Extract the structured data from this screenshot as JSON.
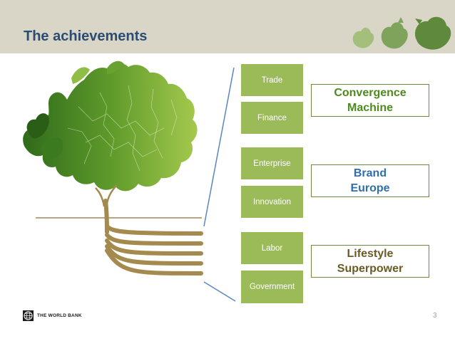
{
  "slide": {
    "title": "The achievements",
    "page_number": "3"
  },
  "pillars": [
    "Trade",
    "Finance",
    "Enterprise",
    "Innovation",
    "Labor",
    "Government"
  ],
  "goals": [
    {
      "line1": "Convergence",
      "line2": "Machine"
    },
    {
      "line1": "Brand",
      "line2": "Europe"
    },
    {
      "line1": "Lifestyle",
      "line2": "Superpower"
    }
  ],
  "logo": {
    "text": "THE WORLD BANK"
  },
  "colors": {
    "header_band": "#d9d5c7",
    "title": "#2b4d72",
    "pillar_fill": "#9bbb59",
    "goal_green": "#4e8a1e",
    "goal_blue": "#2f6fad",
    "goal_brown": "#6a5a24",
    "root": "#a48a4e"
  },
  "icons": [
    "europe-map-tree-icon",
    "europe-map-header-icon",
    "world-bank-globe-icon"
  ]
}
